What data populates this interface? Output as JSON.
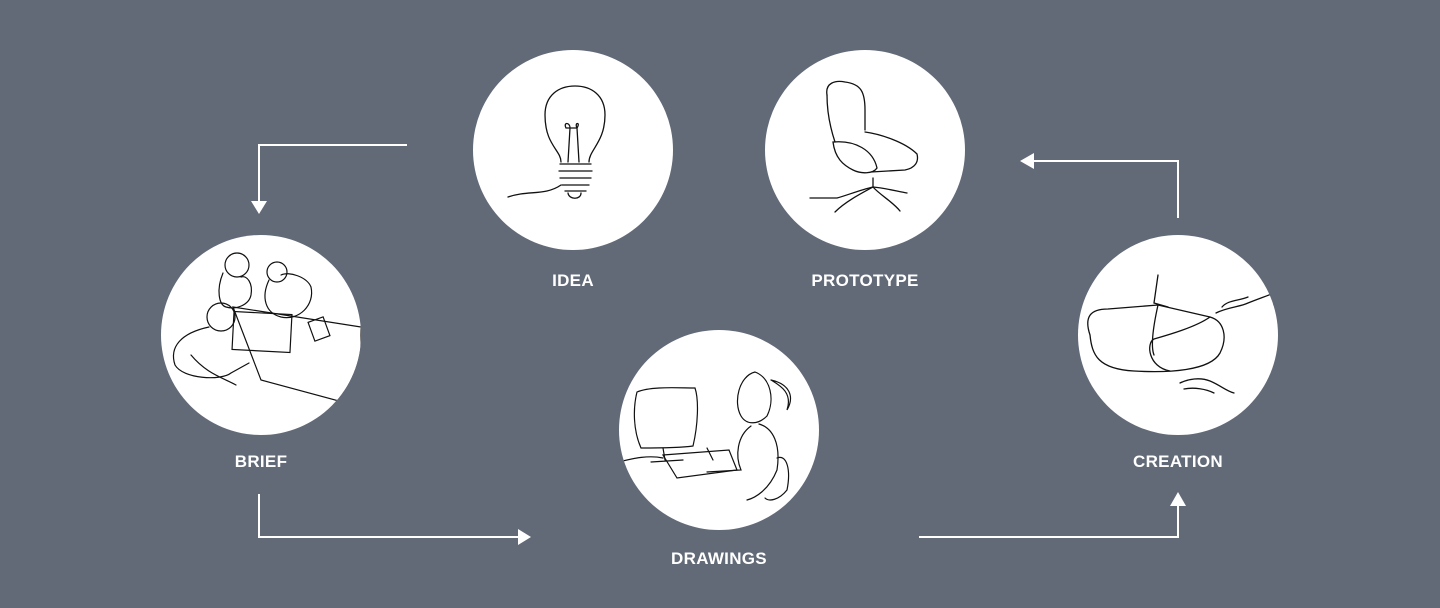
{
  "colors": {
    "background": "#626a78",
    "circle": "#ffffff",
    "text": "#ffffff",
    "line": "#ffffff",
    "ink": "#111111"
  },
  "steps": [
    {
      "label": "IDEA",
      "icon": "lightbulb-illustration"
    },
    {
      "label": "PROTOTYPE",
      "icon": "armchair-illustration"
    },
    {
      "label": "BRIEF",
      "icon": "team-meeting-illustration"
    },
    {
      "label": "DRAWINGS",
      "icon": "designer-at-desk-illustration"
    },
    {
      "label": "CREATION",
      "icon": "hands-holding-seat-illustration"
    }
  ]
}
